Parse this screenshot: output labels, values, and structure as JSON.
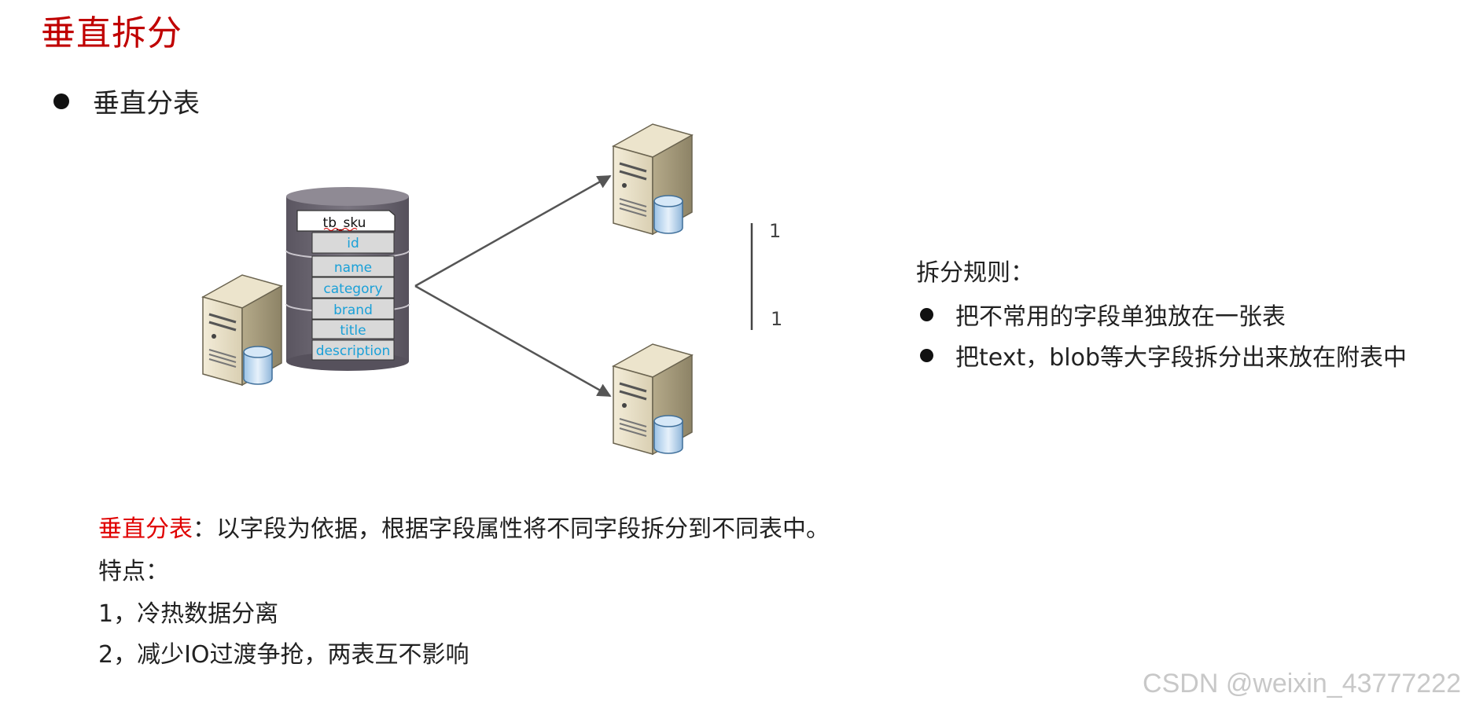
{
  "title": "垂直拆分",
  "main_bullet": "垂直分表",
  "table": {
    "name": "tb_sku",
    "fields": [
      "id",
      "name",
      "category",
      "brand",
      "title",
      "description"
    ]
  },
  "ratio": {
    "top": "1",
    "bottom": "1"
  },
  "rules": {
    "heading": "拆分规则：",
    "items": [
      "把不常用的字段单独放在一张表",
      "把text，blob等大字段拆分出来放在附表中"
    ]
  },
  "description": {
    "label": "垂直分表",
    "definition": "：以字段为依据，根据字段属性将不同字段拆分到不同表中。",
    "features_heading": "特点：",
    "features": [
      "1，冷热数据分离",
      "2，减少IO过渡争抢，两表互不影响"
    ]
  },
  "watermark": "CSDN @weixin_43777222",
  "colors": {
    "title": "#c00000",
    "field_text": "#1aa0d8",
    "cylinder": "#6d6874",
    "arrow": "#555555"
  }
}
